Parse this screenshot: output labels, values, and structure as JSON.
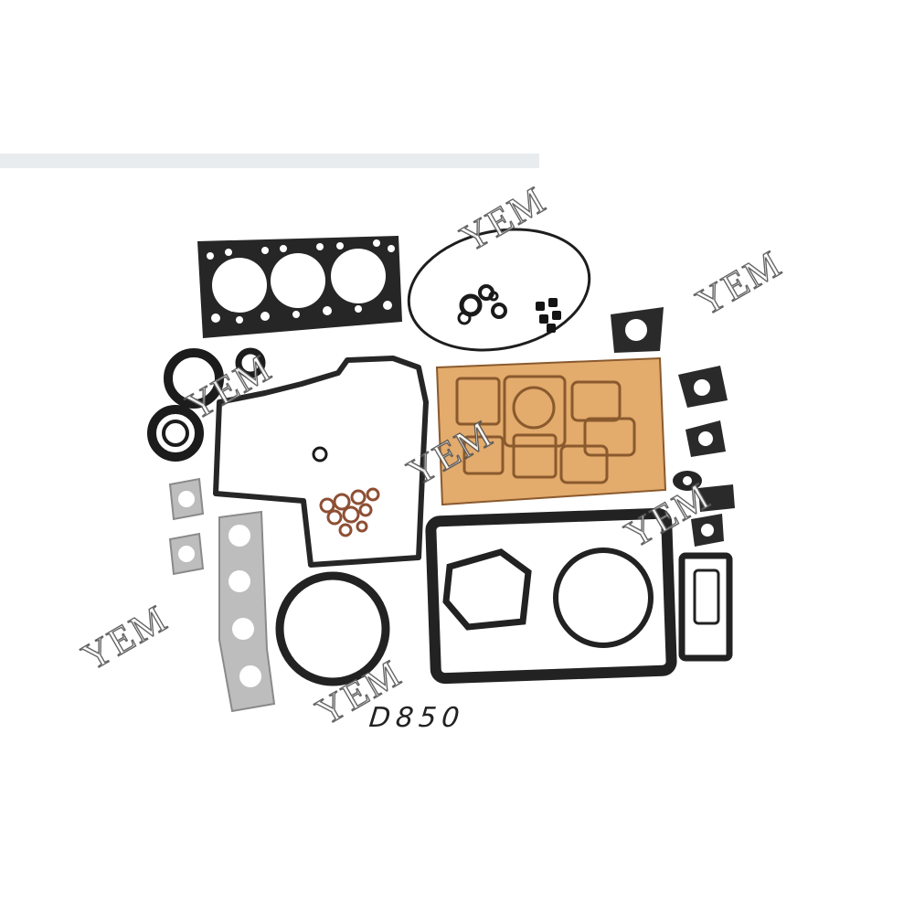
{
  "watermarks": [
    "YEM",
    "YEM",
    "YEM",
    "YEM",
    "YEM",
    "YEM",
    "YEM"
  ],
  "model_label": "D850",
  "colors": {
    "background": "#ffffff",
    "gasket_black": "#2a2a2a",
    "gasket_copper": "#e0a86a",
    "gasket_graphite": "#b8b8b8",
    "oring_copper": "#9a5a3c"
  }
}
